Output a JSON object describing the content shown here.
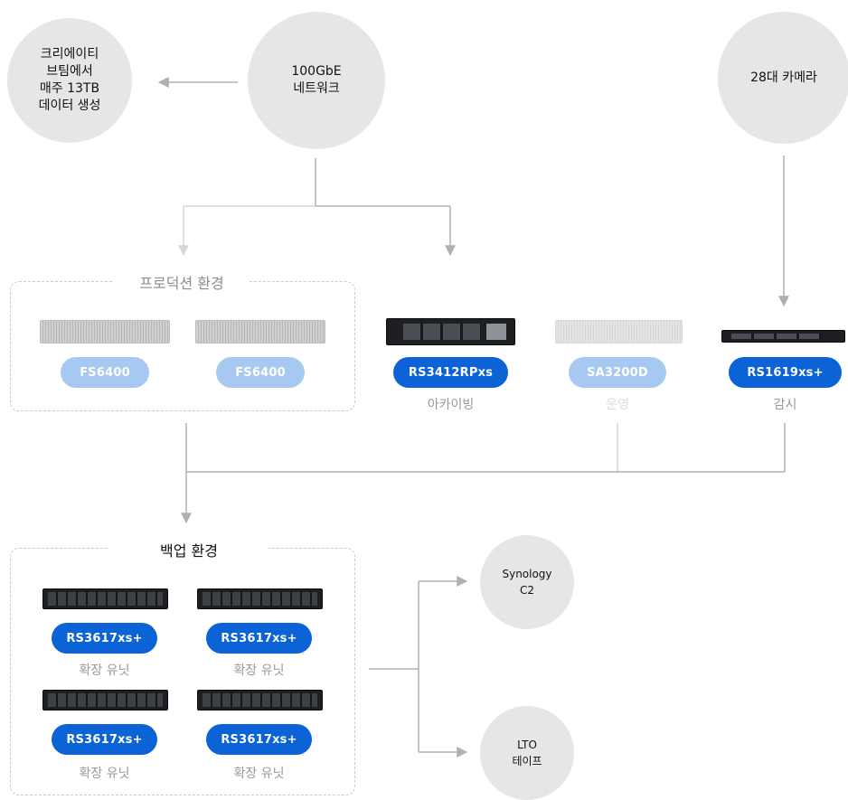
{
  "circles": {
    "creator": [
      "크리에이티",
      "브팀에서",
      "매주 13TB",
      "데이터 생성"
    ],
    "network": [
      "100GbE",
      "네트워크"
    ],
    "camera": [
      "28대 카메라"
    ],
    "synology": [
      "Synology",
      "C2"
    ],
    "lto": [
      "LTO",
      "테이프"
    ]
  },
  "production": {
    "title": "프로덕션 환경",
    "devices": [
      {
        "label": "FS6400"
      },
      {
        "label": "FS6400"
      }
    ]
  },
  "archive": {
    "label": "RS3412RPxs",
    "caption": "아카이빙"
  },
  "operations": {
    "label": "SA3200D",
    "caption": "운영"
  },
  "surveillance": {
    "label": "RS1619xs+",
    "caption": "감시"
  },
  "backup": {
    "title": "백업 환경",
    "units": [
      {
        "label": "RS3617xs+",
        "caption": "확장 유닛"
      },
      {
        "label": "RS3617xs+",
        "caption": "확장 유닛"
      },
      {
        "label": "RS3617xs+",
        "caption": "확장 유닛"
      },
      {
        "label": "RS3617xs+",
        "caption": "확장 유닛"
      }
    ]
  },
  "colors": {
    "pill_dark": "#0b63d6",
    "pill_light": "#a7c8f1",
    "circle": "#e6e6e6",
    "connector": "#b0b0b0",
    "connector_light": "#d6d6d6"
  }
}
